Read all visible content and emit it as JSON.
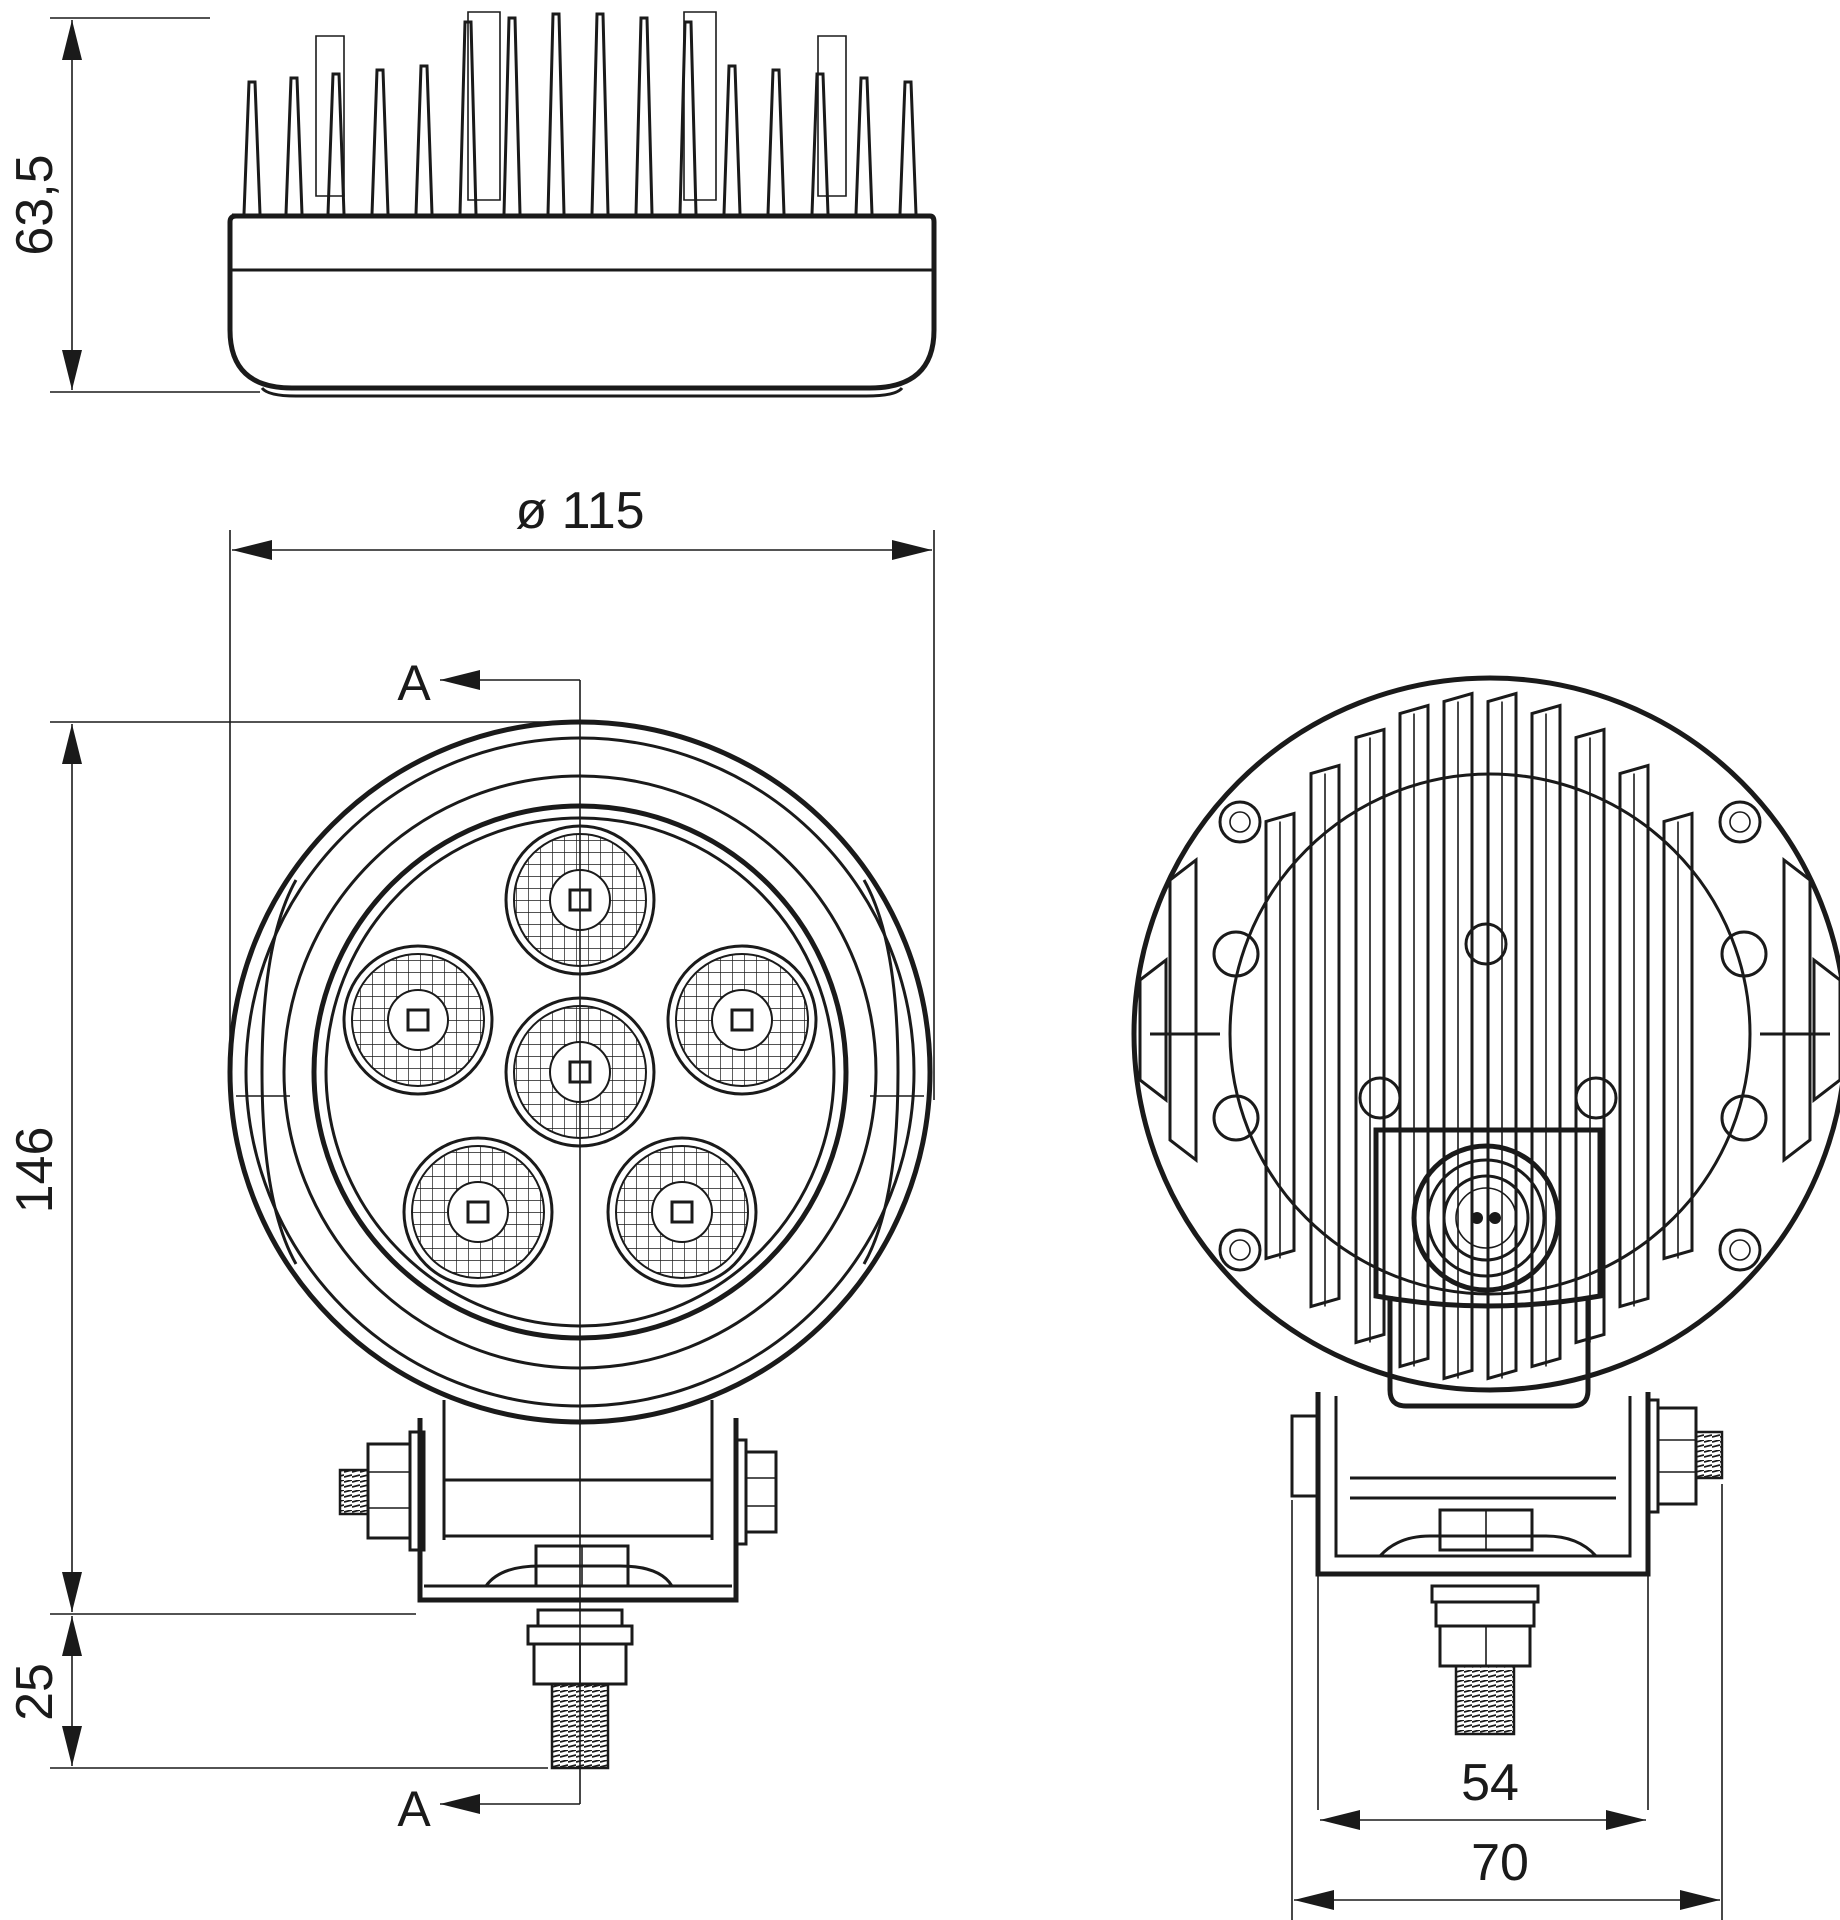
{
  "dimensions": {
    "depth": "63,5",
    "diameter": "ø 115",
    "height_total": "146",
    "bracket_offset": "25",
    "bracket_inner": "54",
    "bracket_outer": "70"
  },
  "section_marks": {
    "top": "A",
    "bottom": "A"
  },
  "colors": {
    "line": "#1a1a1a",
    "background": "#ffffff"
  },
  "views": [
    "side-view",
    "front-view",
    "rear-view"
  ]
}
